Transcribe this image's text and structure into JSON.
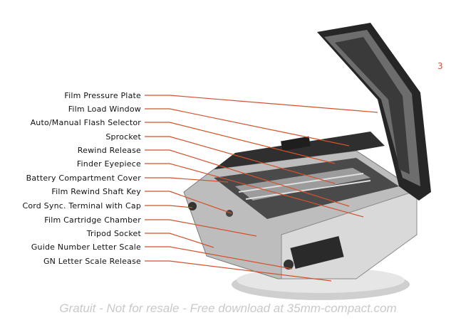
{
  "page_number": "3",
  "labels": [
    "Film Pressure Plate",
    "Film Load Window",
    "Auto/Manual Flash Selector",
    "Sprocket",
    "Rewind Release",
    "Finder Eyepiece",
    "Battery Compartment Cover",
    "Film Rewind Shaft Key",
    "Cord Sync. Terminal with Cap",
    "Film Cartridge Chamber",
    "Tripod Socket",
    "Guide Number Letter Scale",
    "GN Letter Scale Release"
  ],
  "watermark": "Gratuit - Not for resale - Free download at 35mm-compact.com",
  "colors": {
    "leader_line": "#d2522d",
    "page_number": "#d2522d",
    "camera_body": "#bdbdbd",
    "camera_dark": "#262626"
  }
}
